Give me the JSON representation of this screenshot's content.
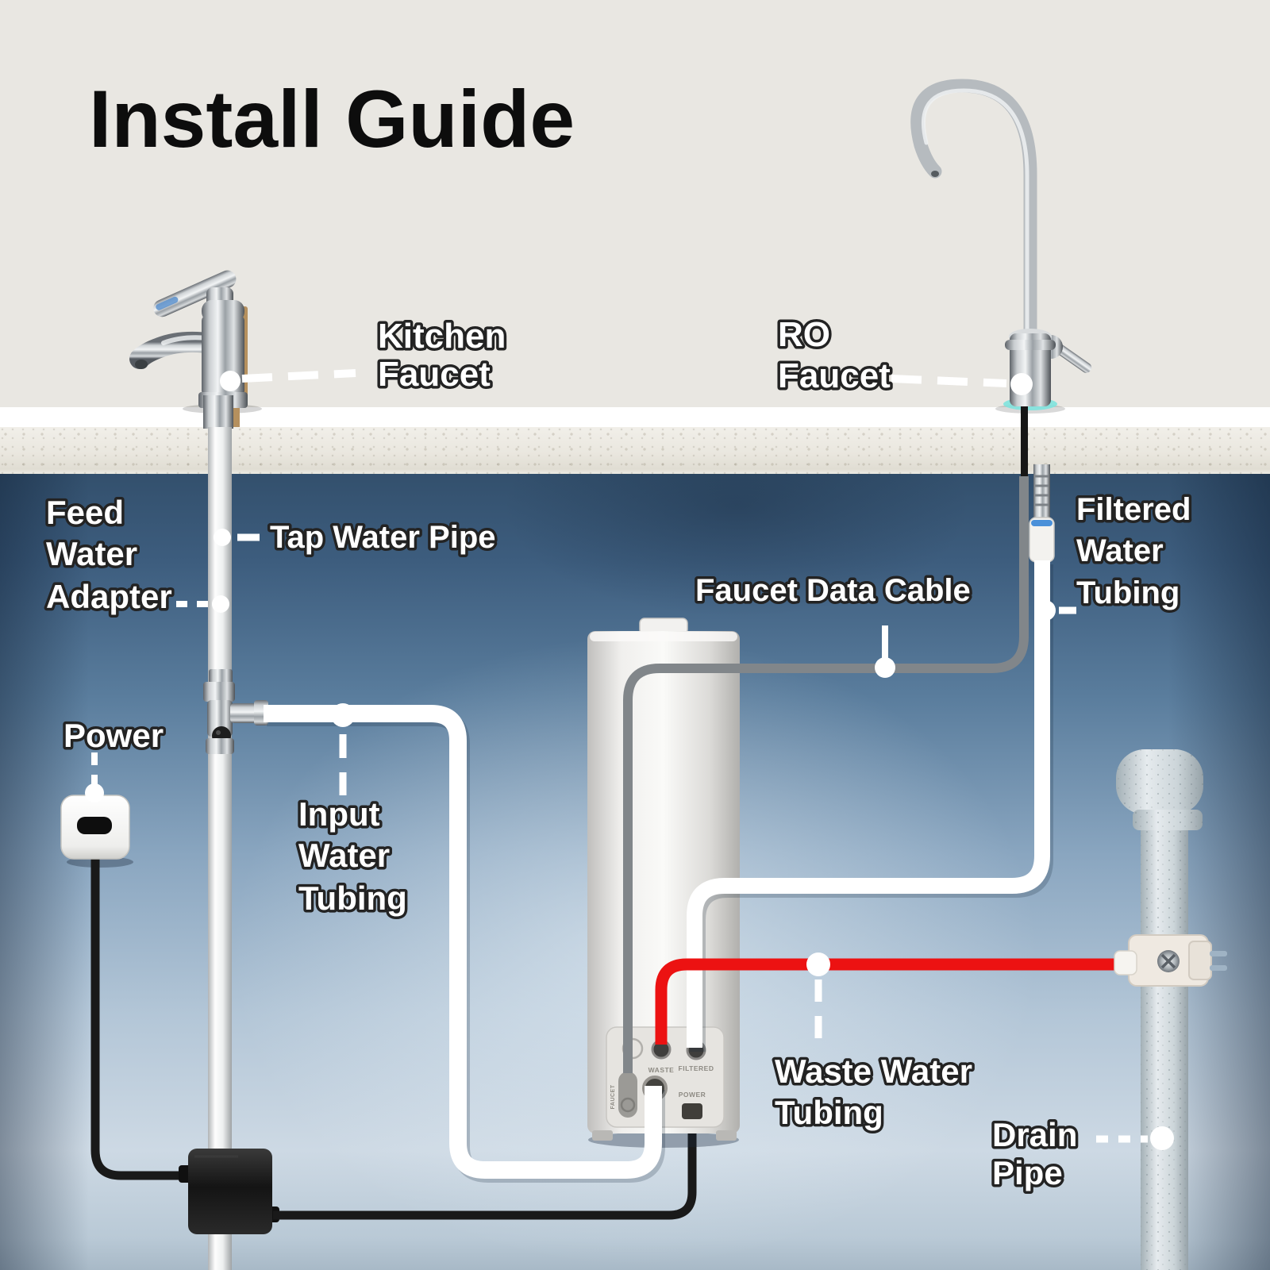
{
  "title": "Install Guide",
  "labels": {
    "kitchen_faucet": {
      "lines": [
        "Kitchen",
        "Faucet"
      ]
    },
    "ro_faucet": {
      "lines": [
        "RO",
        "Faucet"
      ]
    },
    "feed_water_adapter": {
      "lines": [
        "Feed",
        "Water",
        "Adapter"
      ]
    },
    "tap_water_pipe": {
      "lines": [
        "Tap Water Pipe"
      ]
    },
    "faucet_data_cable": {
      "lines": [
        "Faucet Data Cable"
      ]
    },
    "filtered_water_tubing": {
      "lines": [
        "Filtered",
        "Water",
        "Tubing"
      ]
    },
    "power": {
      "lines": [
        "Power"
      ]
    },
    "input_water_tubing": {
      "lines": [
        "Input",
        "Water",
        "Tubing"
      ]
    },
    "waste_water_tubing": {
      "lines": [
        "Waste Water",
        "Tubing"
      ]
    },
    "drain_pipe": {
      "lines": [
        "Drain",
        "Pipe"
      ]
    }
  },
  "unit": {
    "ports": {
      "waste": "WASTE",
      "filtered": "FILTERED",
      "faucet": "FAUCET",
      "power": "POWER"
    }
  },
  "colors": {
    "waste_tube_red": "#ec1212",
    "tube_white": "#ffffff",
    "data_cable_gray": "#81868a",
    "power_cable_black": "#191919",
    "wall_blue_dark": "#33506d",
    "wall_blue_light": "#cdd9e4",
    "label_fill": "#ffffff",
    "label_outline": "#232323",
    "ro_faucet_glow": "#7fe3de"
  }
}
